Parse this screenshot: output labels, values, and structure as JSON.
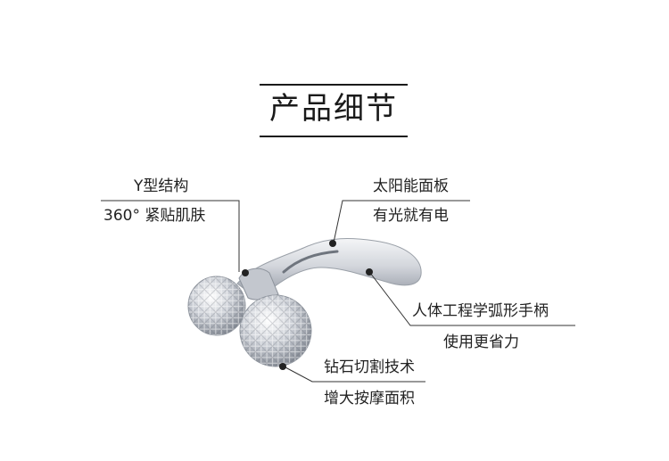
{
  "title": "产品细节",
  "features": {
    "y_structure": {
      "title": "Y型结构",
      "desc": "360° 紧贴肌肤"
    },
    "solar": {
      "title": "太阳能面板",
      "desc": "有光就有电"
    },
    "handle": {
      "title": "人体工程学弧形手柄",
      "desc": "使用更省力"
    },
    "diamond": {
      "title": "钻石切割技术",
      "desc": "增大按摩面积"
    }
  },
  "colors": {
    "line": "#333333",
    "metal": "#c8ccd3",
    "text": "#222222"
  }
}
